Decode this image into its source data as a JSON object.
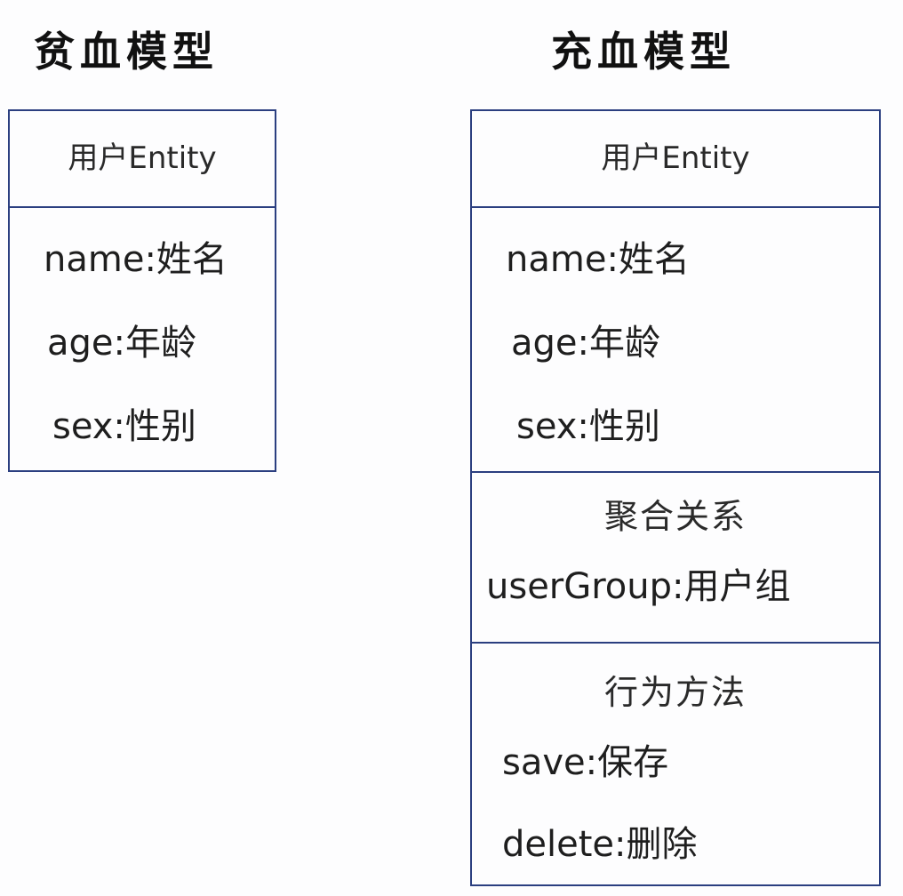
{
  "titles": {
    "anemic": "贫血模型",
    "rich": "充血模型"
  },
  "anemic_model": {
    "entity": "用户Entity",
    "fields": [
      "name:姓名",
      "age:年龄",
      "sex:性别"
    ]
  },
  "rich_model": {
    "entity": "用户Entity",
    "fields": [
      "name:姓名",
      "age:年龄",
      "sex:性别"
    ],
    "aggregation": {
      "title": "聚合关系",
      "items": [
        "userGroup:用户组"
      ]
    },
    "behavior": {
      "title": "行为方法",
      "items": [
        "save:保存",
        "delete:删除"
      ]
    }
  },
  "colors": {
    "border": "#2b3f80",
    "text": "#1e1e1e",
    "background": "#fdfdfe"
  }
}
